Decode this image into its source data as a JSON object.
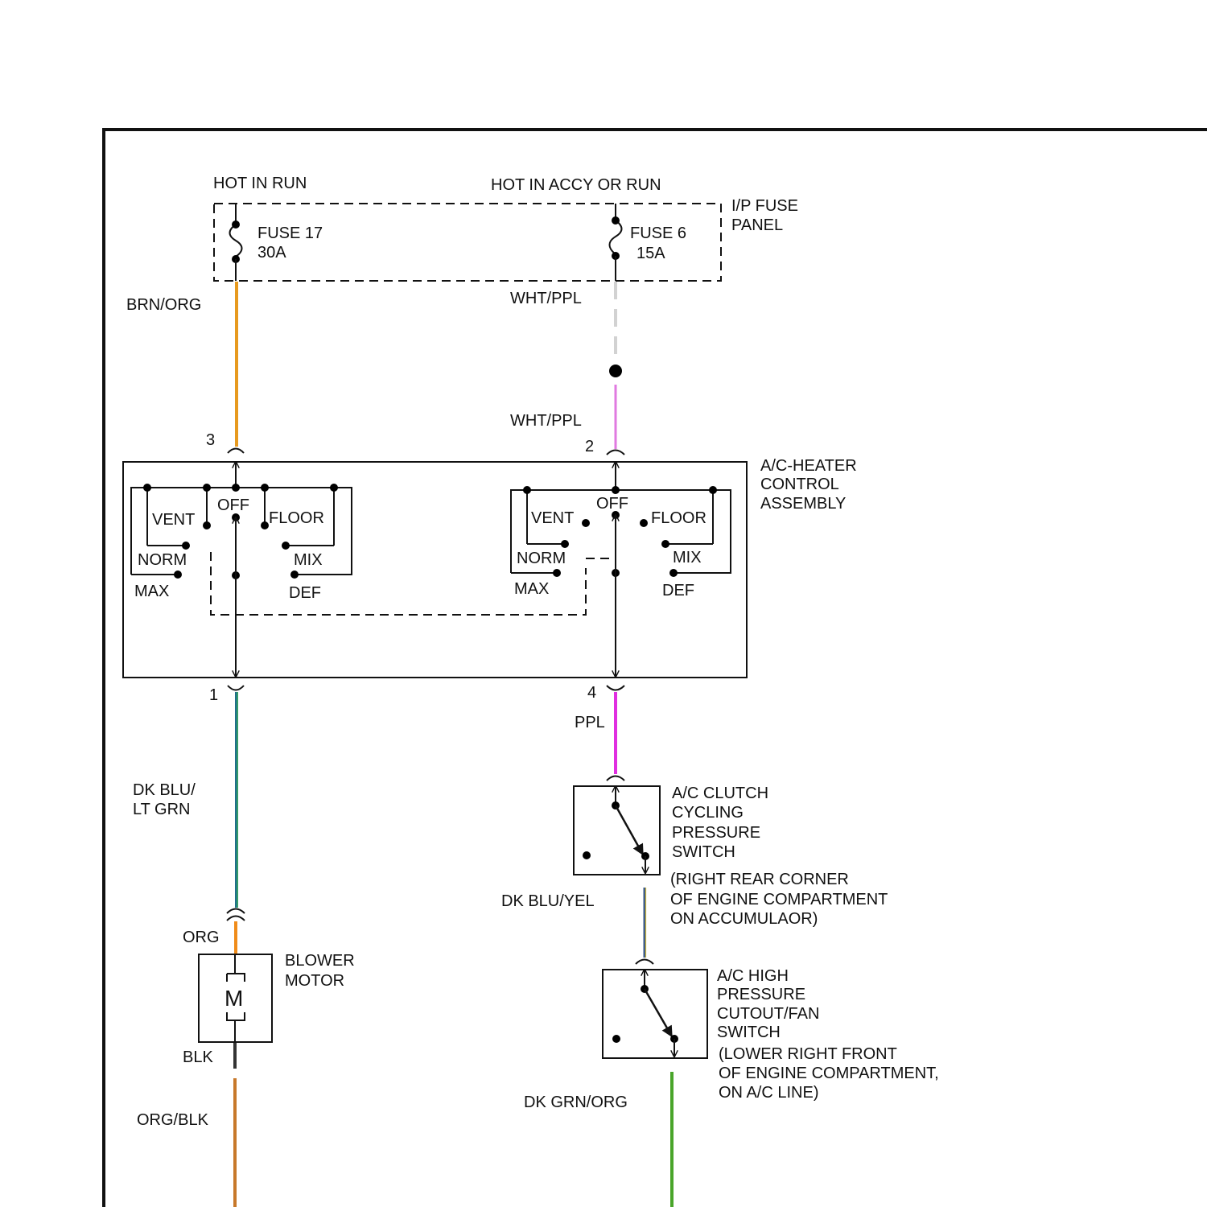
{
  "colors": {
    "brn_org": "#e79a1f",
    "wht_ppl": "#d5d5d5",
    "ppl_light": "#e07ae0",
    "ppl": "#e02ee0",
    "dk_blu_lt_grn": "#1f6f8a",
    "org": "#f08c1a",
    "blk": "#333333",
    "org_blk": "#c7782a",
    "dk_blu_yel": "#3b5a8a",
    "dk_grn_org": "#49a52a"
  },
  "power": {
    "hot_in_run": "HOT IN RUN",
    "hot_in_accy_or_run": "HOT IN ACCY OR RUN"
  },
  "fuse_panel": {
    "label_line1": "I/P FUSE",
    "label_line2": "PANEL",
    "fuse17_name": "FUSE 17",
    "fuse17_rating": "30A",
    "fuse6_name": "FUSE 6",
    "fuse6_rating": "15A"
  },
  "wires": {
    "brn_org": "BRN/ORG",
    "wht_ppl_upper": "WHT/PPL",
    "wht_ppl_lower": "WHT/PPL",
    "ppl": "PPL",
    "dk_blu_line1": "DK BLU/",
    "dk_blu_line2": "LT GRN",
    "org": "ORG",
    "blk": "BLK",
    "org_blk": "ORG/BLK",
    "dk_blu_yel": "DK BLU/YEL",
    "dk_grn_org": "DK GRN/ORG"
  },
  "control_assembly": {
    "label_line1": "A/C-HEATER",
    "label_line2": "CONTROL",
    "label_line3": "ASSEMBLY",
    "pins": {
      "p1": "1",
      "p2": "2",
      "p3": "3",
      "p4": "4"
    },
    "left_switch": {
      "vent": "VENT",
      "off": "OFF",
      "floor": "FLOOR",
      "norm": "NORM",
      "mix": "MIX",
      "max": "MAX",
      "def": "DEF"
    },
    "right_switch": {
      "vent": "VENT",
      "off": "OFF",
      "floor": "FLOOR",
      "norm": "NORM",
      "mix": "MIX",
      "max": "MAX",
      "def": "DEF"
    }
  },
  "clutch_switch": {
    "line1": "A/C CLUTCH",
    "line2": "CYCLING",
    "line3": "PRESSURE",
    "line4": "SWITCH",
    "loc1": "(RIGHT REAR CORNER",
    "loc2": "OF ENGINE COMPARTMENT",
    "loc3": "ON ACCUMULAOR)"
  },
  "cutout_switch": {
    "line1": "A/C HIGH",
    "line2": "PRESSURE",
    "line3": "CUTOUT/FAN",
    "line4": "SWITCH",
    "loc1": "(LOWER RIGHT FRONT",
    "loc2": "OF ENGINE COMPARTMENT,",
    "loc3": "ON A/C LINE)"
  },
  "blower": {
    "line1": "BLOWER",
    "line2": "MOTOR",
    "symbol": "M"
  }
}
